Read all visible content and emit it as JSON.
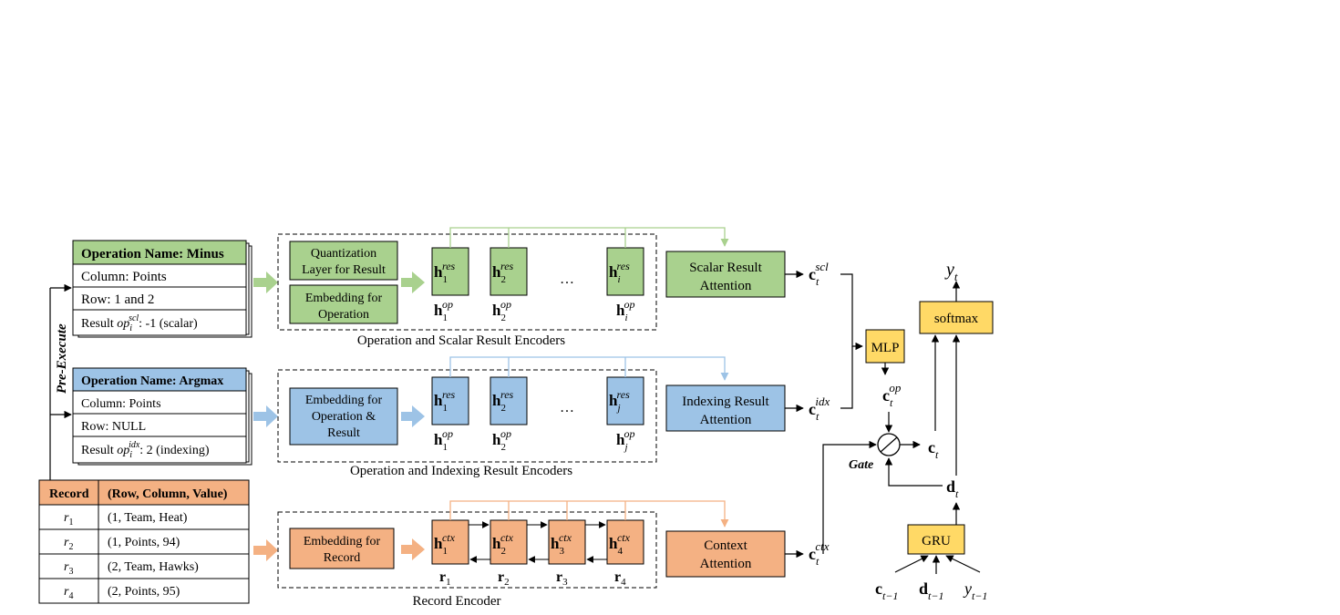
{
  "colors": {
    "green": "#a9d18e",
    "blue": "#9dc3e6",
    "orange": "#f4b183",
    "yellow": "#ffd966",
    "green_arrow": "#a9d18e",
    "blue_arrow": "#9dc3e6",
    "orange_arrow": "#f4b183"
  },
  "op_minus": {
    "header": "Operation Name: Minus",
    "column": "Column: Points",
    "row": "Row: 1 and 2",
    "result_prefix": "Result ",
    "result_op": "op",
    "result_sub": "i",
    "result_sup": "scl",
    "result_suffix": ": -1 (scalar)"
  },
  "op_argmax": {
    "header": "Operation Name: Argmax",
    "column": "Column: Points",
    "row": "Row: NULL",
    "result_prefix": "Result ",
    "result_op": "op",
    "result_sub": "i",
    "result_sup": "idx",
    "result_suffix": ": 2 (indexing)"
  },
  "pre_execute": "Pre-Execute",
  "record_table": {
    "headers": [
      "Record",
      "(Row, Column, Value)"
    ],
    "rows": [
      {
        "r": "r",
        "sub": "1",
        "value": "(1, Team, Heat)"
      },
      {
        "r": "r",
        "sub": "2",
        "value": "(1, Points, 94)"
      },
      {
        "r": "r",
        "sub": "3",
        "value": "(2, Team, Hawks)"
      },
      {
        "r": "r",
        "sub": "4",
        "value": "(2, Points, 95)"
      }
    ]
  },
  "scalar_encoder": {
    "quantization_line1": "Quantization",
    "quantization_line2": "Layer for Result",
    "embedding_line1": "Embedding for",
    "embedding_line2": "Operation",
    "caption": "Operation and Scalar Result Encoders",
    "ellipsis": "…",
    "h_labels": [
      {
        "sup": "res",
        "sub": "1"
      },
      {
        "sup": "res",
        "sub": "2"
      },
      {
        "sup": "res",
        "sub": "i"
      }
    ],
    "op_labels": [
      {
        "sup": "op",
        "sub": "1"
      },
      {
        "sup": "op",
        "sub": "2"
      },
      {
        "sup": "op",
        "sub": "i"
      }
    ]
  },
  "index_encoder": {
    "embedding_line1": "Embedding for",
    "embedding_line2": "Operation &",
    "embedding_line3": "Result",
    "caption": "Operation and Indexing Result Encoders",
    "ellipsis": "…",
    "h_labels": [
      {
        "sup": "res",
        "sub": "1"
      },
      {
        "sup": "res",
        "sub": "2"
      },
      {
        "sup": "res",
        "sub": "j"
      }
    ],
    "op_labels": [
      {
        "sup": "op",
        "sub": "1"
      },
      {
        "sup": "op",
        "sub": "2"
      },
      {
        "sup": "op",
        "sub": "j"
      }
    ]
  },
  "record_encoder": {
    "embedding_line1": "Embedding for",
    "embedding_line2": "Record",
    "caption": "Record Encoder",
    "h_labels": [
      {
        "sup": "ctx",
        "sub": "1"
      },
      {
        "sup": "ctx",
        "sub": "2"
      },
      {
        "sup": "ctx",
        "sub": "3"
      },
      {
        "sup": "ctx",
        "sub": "4"
      }
    ],
    "r_labels": [
      {
        "sub": "1"
      },
      {
        "sub": "2"
      },
      {
        "sub": "3"
      },
      {
        "sub": "4"
      }
    ]
  },
  "attention": {
    "scalar_line1": "Scalar Result",
    "scalar_line2": "Attention",
    "index_line1": "Indexing Result",
    "index_line2": "Attention",
    "context_line1": "Context",
    "context_line2": "Attention"
  },
  "context_vectors": {
    "scl": {
      "base": "c",
      "sub": "t",
      "sup": "scl"
    },
    "idx": {
      "base": "c",
      "sub": "t",
      "sup": "idx"
    },
    "ctx": {
      "base": "c",
      "sub": "t",
      "sup": "ctx"
    },
    "op": {
      "base": "c",
      "sub": "t",
      "sup": "op"
    },
    "ct": {
      "base": "c",
      "sub": "t"
    },
    "dt": {
      "base": "d",
      "sub": "t"
    }
  },
  "decoder": {
    "mlp": "MLP",
    "softmax": "softmax",
    "gru": "GRU",
    "gate": "Gate",
    "y_out": {
      "base": "y",
      "sub": "t"
    },
    "inputs": [
      {
        "base": "c",
        "sub": "t−1"
      },
      {
        "base": "d",
        "sub": "t−1"
      },
      {
        "base": "y",
        "sub": "t−1"
      }
    ]
  }
}
